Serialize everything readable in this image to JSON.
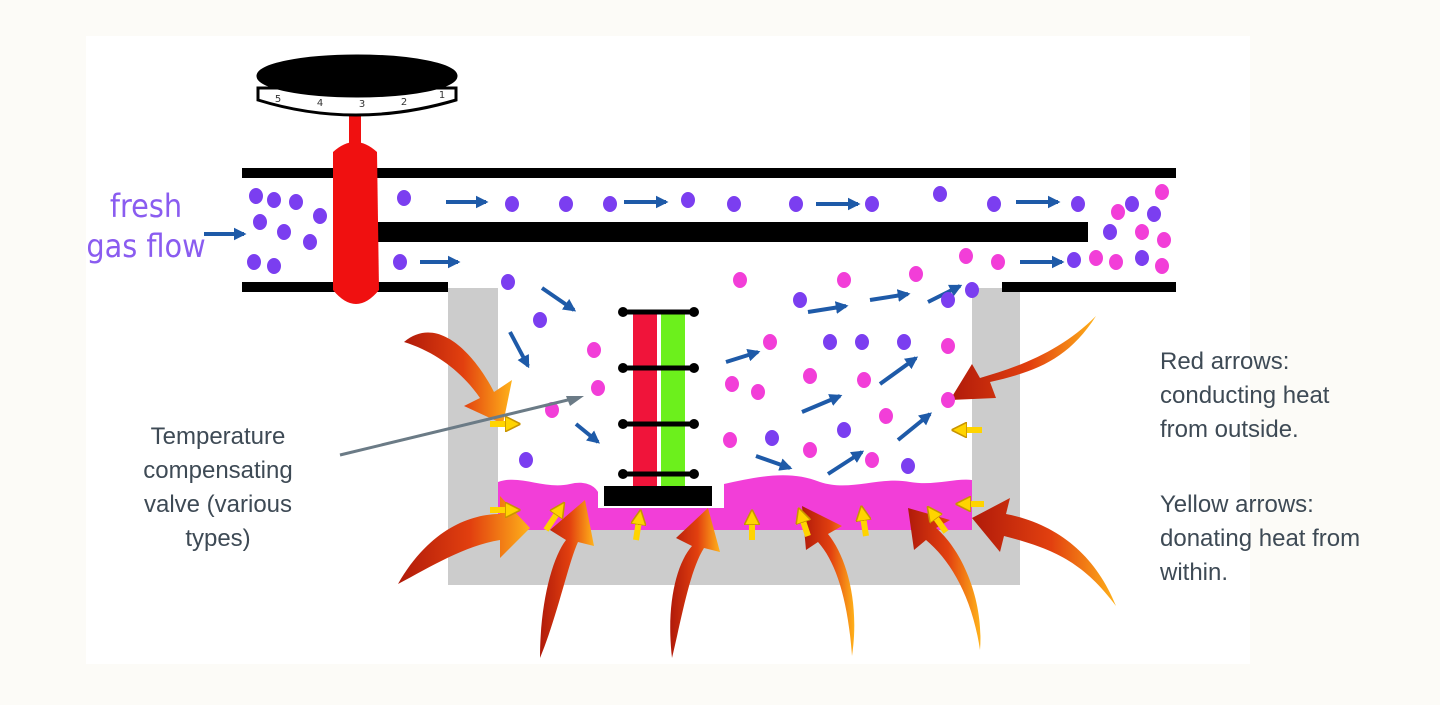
{
  "labels": {
    "fresh": "fresh",
    "gas_flow": "gas flow",
    "valve_line1": "Temperature",
    "valve_line2": "compensating",
    "valve_line3": "valve (various",
    "valve_line4": "types)",
    "red_line1": "Red arrows:",
    "red_line2": "conducting heat",
    "red_line3": "from outside.",
    "yellow_line1": "Yellow arrows:",
    "yellow_line2": "donating heat from",
    "yellow_line3": "within."
  },
  "dial": {
    "ticks": [
      "5",
      "4",
      "3",
      "2",
      "1"
    ]
  },
  "colors": {
    "fresh_gas": "#7b3ef0",
    "vapor": "#f23ed8",
    "flow_arrow": "#1e5aa8",
    "pipe": "#000000",
    "chamber_wall": "#cccccc",
    "liquid": "#f23ed8",
    "control_knob": "#f01010",
    "strip_red": "#f0143a",
    "strip_green": "#6cf01c",
    "heat_outside": "#d9380e",
    "heat_within": "#ffd400"
  }
}
